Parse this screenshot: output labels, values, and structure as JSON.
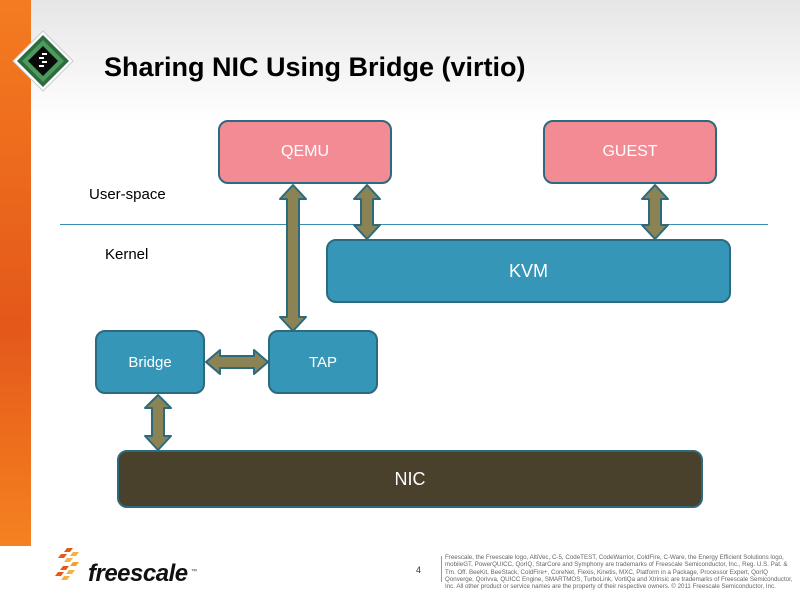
{
  "slide": {
    "title": "Sharing NIC Using Bridge (virtio)",
    "page_number": "4",
    "colors": {
      "sidebar_orange": "#f47c20",
      "user_box": "#f28b94",
      "kernel_box": "#3596b8",
      "hardware_box": "#4a412c",
      "arrow_fill": "#8c8355",
      "outline": "#2c6a7e",
      "divider": "#3a8db0"
    }
  },
  "diagram": {
    "regions": {
      "user_space": "User-space",
      "kernel": "Kernel"
    },
    "nodes": {
      "qemu": "QEMU",
      "guest": "GUEST",
      "kvm": "KVM",
      "bridge": "Bridge",
      "tap": "TAP",
      "nic": "NIC"
    },
    "edges": [
      {
        "from": "QEMU",
        "to": "TAP",
        "type": "bidirectional"
      },
      {
        "from": "QEMU",
        "to": "KVM",
        "type": "bidirectional"
      },
      {
        "from": "GUEST",
        "to": "KVM",
        "type": "bidirectional"
      },
      {
        "from": "Bridge",
        "to": "TAP",
        "type": "bidirectional"
      },
      {
        "from": "Bridge",
        "to": "NIC",
        "type": "bidirectional"
      }
    ]
  },
  "footer": {
    "brand": "freescale",
    "trademark": "™",
    "legal": "Freescale, the Freescale logo, AltiVec, C-5, CodeTEST, CodeWarrior, ColdFire, C-Ware, the Energy Efficient Solutions logo, mobileGT, PowerQUICC, QorIQ, StarCore and Symphony are trademarks of Freescale Semiconductor, Inc., Reg. U.S. Pat. & Tm. Off. BeeKit, BeeStack, ColdFire+, CoreNet, Flexis, Kinetis, MXC, Platform in a Package, Processor Expert, QorIQ Qonverge, Qorivva, QUICC Engine, SMARTMOS, TurboLink, VortiQa and Xtrinsic are trademarks of Freescale Semiconductor, Inc. All other product or service names are the property of their respective owners. © 2011 Freescale Semiconductor, Inc."
  }
}
